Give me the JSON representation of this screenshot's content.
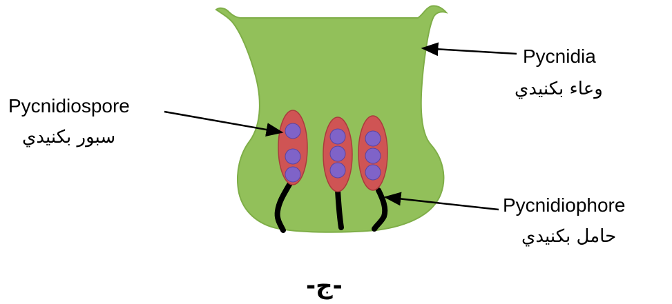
{
  "labels": {
    "pycnidia": {
      "en": "Pycnidia",
      "ar": "وعاء بكنيدي"
    },
    "pycnidiospore": {
      "en": "Pycnidiospore",
      "ar": "سبور بكنيدي"
    },
    "pycnidiophore": {
      "en": "Pycnidiophore",
      "ar": "حامل بكنيدي"
    }
  },
  "panel_letter": "-ج-",
  "colors": {
    "pycnidium_body": "#92c05a",
    "pycnidium_outline": "#7fae48",
    "spore_sac": "#cf5454",
    "spore_sac_outline": "#a93c3c",
    "spore": "#7f63c8",
    "spore_outline": "#5a44a0",
    "stalk": "#000000",
    "arrow": "#000000"
  },
  "spore_clusters": [
    {
      "spore_count": 3
    },
    {
      "spore_count": 3
    },
    {
      "spore_count": 3
    }
  ]
}
